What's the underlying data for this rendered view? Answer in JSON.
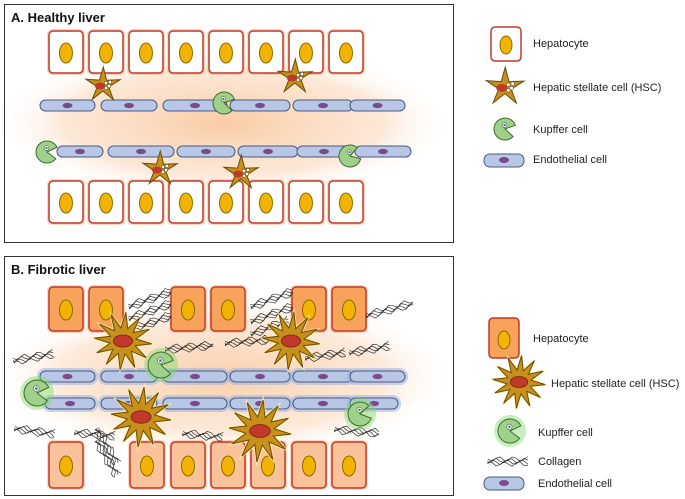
{
  "panel_a": {
    "title": "A. Healthy liver",
    "legend": {
      "hepatocyte": "Hepatocyte",
      "hsc": "Hepatic stellate cell (HSC)",
      "kupffer": "Kupffer cell",
      "endothelial": "Endothelial cell"
    }
  },
  "panel_b": {
    "title": "B. Fibrotic liver",
    "legend": {
      "hepatocyte": "Hepatocyte",
      "hsc": "Hepatic stellate cell (HSC)",
      "kupffer": "Kupffer cell",
      "collagen": "Collagen",
      "endothelial": "Endothelial cell"
    }
  },
  "colors": {
    "hepatocyte_fill": "#ffffff",
    "hepatocyte_border": "#c0392b",
    "nucleus": "#f2b400",
    "hsc_fill": "#c7901a",
    "hsc_nucleus": "#c0392b",
    "kupffer": "#9fd18b",
    "endothelial": "#b8c7e6",
    "endo_nucleus": "#7a4a8c",
    "fibrotic_hep_fill": "#f7a35c",
    "fibrotic_hep_light": "#f9c29a",
    "halo": "#f9c9a0"
  }
}
